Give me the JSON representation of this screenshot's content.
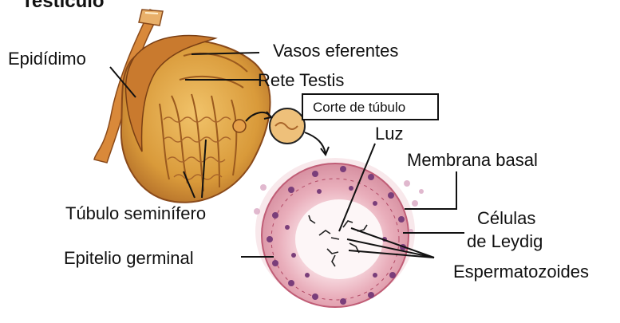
{
  "labels": {
    "title": "Testículo",
    "epididimo": "Epidídimo",
    "vasos_eferentes": "Vasos eferentes",
    "rete_testis": "Rete Testis",
    "corte_tubulo": "Corte de túbulo",
    "luz": "Luz",
    "membrana_basal": "Membrana basal",
    "tubulo_seminifero": "Túbulo seminífero",
    "celulas": "Células",
    "de_leydig": "de Leydig",
    "epitelio_germinal": "Epitelio germinal",
    "espermatozoides": "Espermatozoides"
  },
  "colors": {
    "testis": "#d99a3a",
    "tubule": "#e9aebb",
    "nuclei": "#7a3e7a"
  }
}
